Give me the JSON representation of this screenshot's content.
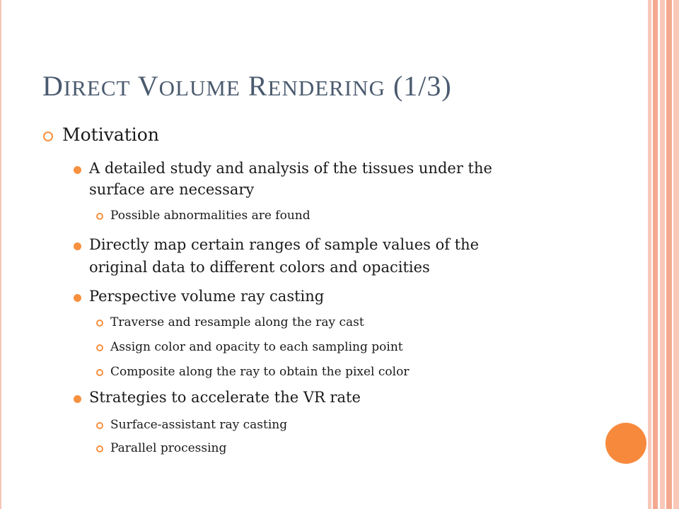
{
  "title": {
    "w1_cap": "D",
    "w1_rest": "IRECT",
    "w2_cap": "V",
    "w2_rest": "OLUME",
    "w3_cap": "R",
    "w3_rest": "ENDERING",
    "suffix": "(1/3)"
  },
  "colors": {
    "accent": "#f7893d",
    "title": "#4a5a6e",
    "stripe_light": "#f9c8b8",
    "stripe_dark": "#f4a98f"
  },
  "content": {
    "heading": "Motivation",
    "bullet1": {
      "line1": "A detailed study and analysis of the tissues under the",
      "line2": "surface are necessary",
      "sub1": "Possible abnormalities are found"
    },
    "bullet2": {
      "line1": "Directly map certain ranges of sample values of the",
      "line2": "original data to different colors and opacities"
    },
    "bullet3": {
      "line1": "Perspective volume ray casting",
      "sub1": "Traverse and resample along the ray cast",
      "sub2": "Assign color and opacity to each sampling point",
      "sub3": "Composite along the ray to obtain the pixel color"
    },
    "bullet4": {
      "line1": "Strategies to accelerate the VR rate",
      "sub1": "Surface-assistant ray casting",
      "sub2": "Parallel processing"
    }
  }
}
